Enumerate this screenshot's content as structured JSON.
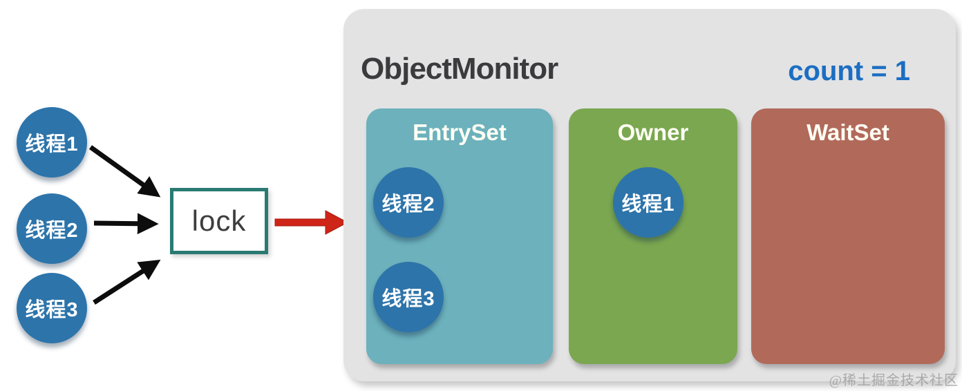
{
  "diagram": {
    "title": "ObjectMonitor",
    "count_label": "count = 1",
    "lock_label": "lock",
    "watermark": "@稀土掘金技术社区"
  },
  "left_threads": [
    {
      "label": "线程1"
    },
    {
      "label": "线程2"
    },
    {
      "label": "线程3"
    }
  ],
  "monitor": {
    "entry_set": {
      "title": "EntrySet",
      "threads": [
        {
          "label": "线程2"
        },
        {
          "label": "线程3"
        }
      ]
    },
    "owner": {
      "title": "Owner",
      "threads": [
        {
          "label": "线程1"
        }
      ]
    },
    "wait_set": {
      "title": "WaitSet",
      "threads": []
    }
  },
  "icons": {
    "black_arrow": "arrow-right-icon",
    "red_arrow": "arrow-right-icon"
  },
  "colors": {
    "thread_circle_blue": "#2d74aa",
    "entry_set_teal": "#6cb1bc",
    "owner_green": "#7aa750",
    "wait_set_red": "#b16a5a",
    "container_gray": "#e3e3e4",
    "lock_border_teal": "#297a72",
    "count_text_blue": "#1b6ec2",
    "title_text_dark": "#3b3b3d",
    "red_arrow": "#cf2418",
    "black_arrow": "#0d0d0d"
  }
}
